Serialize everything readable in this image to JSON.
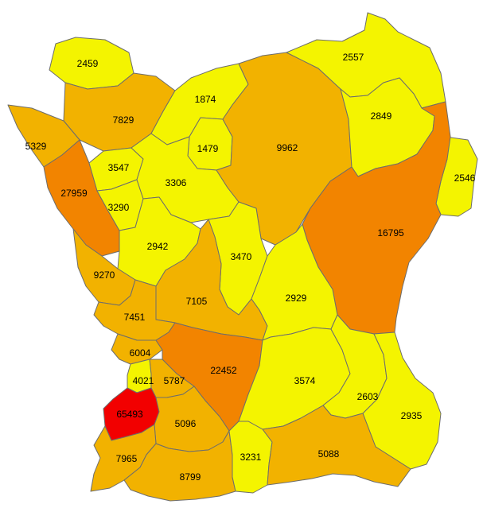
{
  "map": {
    "scale_colors": {
      "pale": "#f4f400",
      "light": "#f2b200",
      "medium": "#f28400",
      "high": "#f20000"
    },
    "regions": [
      {
        "id": "r-2459",
        "value": "2459",
        "level": "pale"
      },
      {
        "id": "r-7829",
        "value": "7829",
        "level": "light"
      },
      {
        "id": "r-5329",
        "value": "5329",
        "level": "light"
      },
      {
        "id": "r-27959",
        "value": "27959",
        "level": "medium"
      },
      {
        "id": "r-3547",
        "value": "3547",
        "level": "pale"
      },
      {
        "id": "r-3290",
        "value": "3290",
        "level": "pale"
      },
      {
        "id": "r-1874",
        "value": "1874",
        "level": "pale"
      },
      {
        "id": "r-1479",
        "value": "1479",
        "level": "pale"
      },
      {
        "id": "r-3306",
        "value": "3306",
        "level": "pale"
      },
      {
        "id": "r-9962",
        "value": "9962",
        "level": "light"
      },
      {
        "id": "r-2557",
        "value": "2557",
        "level": "pale"
      },
      {
        "id": "r-2849",
        "value": "2849",
        "level": "pale"
      },
      {
        "id": "r-2546",
        "value": "2546",
        "level": "pale"
      },
      {
        "id": "r-16795",
        "value": "16795",
        "level": "medium"
      },
      {
        "id": "r-2942",
        "value": "2942",
        "level": "pale"
      },
      {
        "id": "r-3470",
        "value": "3470",
        "level": "pale"
      },
      {
        "id": "r-9270",
        "value": "9270",
        "level": "light"
      },
      {
        "id": "r-7105",
        "value": "7105",
        "level": "light"
      },
      {
        "id": "r-2929",
        "value": "2929",
        "level": "pale"
      },
      {
        "id": "r-7451",
        "value": "7451",
        "level": "light"
      },
      {
        "id": "r-6004",
        "value": "6004",
        "level": "light"
      },
      {
        "id": "r-22452",
        "value": "22452",
        "level": "medium"
      },
      {
        "id": "r-4021",
        "value": "4021",
        "level": "pale"
      },
      {
        "id": "r-5787",
        "value": "5787",
        "level": "light"
      },
      {
        "id": "r-3574",
        "value": "3574",
        "level": "pale"
      },
      {
        "id": "r-2603",
        "value": "2603",
        "level": "pale"
      },
      {
        "id": "r-2935",
        "value": "2935",
        "level": "pale"
      },
      {
        "id": "r-65493",
        "value": "65493",
        "level": "high"
      },
      {
        "id": "r-5096",
        "value": "5096",
        "level": "light"
      },
      {
        "id": "r-7965",
        "value": "7965",
        "level": "light"
      },
      {
        "id": "r-3231",
        "value": "3231",
        "level": "pale"
      },
      {
        "id": "r-5088",
        "value": "5088",
        "level": "light"
      },
      {
        "id": "r-8799",
        "value": "8799",
        "level": "light"
      }
    ]
  }
}
